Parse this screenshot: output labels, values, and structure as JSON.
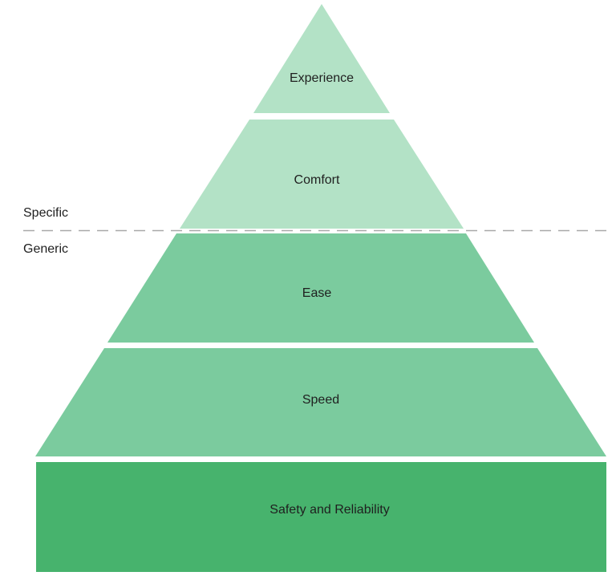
{
  "divider": {
    "above_label": "Specific",
    "below_label": "Generic"
  },
  "layers": [
    {
      "label": "Experience",
      "color": "#b3e2c6"
    },
    {
      "label": "Comfort",
      "color": "#b3e2c6"
    },
    {
      "label": "Ease",
      "color": "#7bcb9e"
    },
    {
      "label": "Speed",
      "color": "#7bcb9e"
    },
    {
      "label": "Safety and Reliability",
      "color": "#47b36d"
    }
  ],
  "divider_color": "#a8a8a8"
}
